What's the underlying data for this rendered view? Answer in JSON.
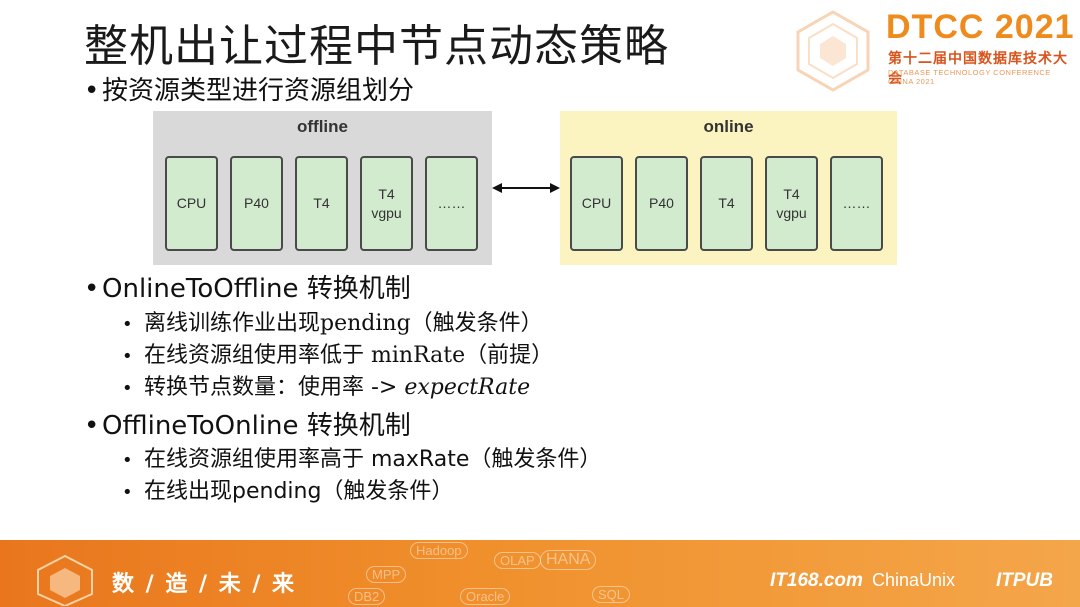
{
  "title": "整机出让过程中节点动态策略",
  "logo": {
    "main": "DTCC 2021",
    "sub": "第十二届中国数据库技术大会",
    "eng": "DATABASE TECHNOLOGY CONFERENCE CHINA 2021"
  },
  "bullets": {
    "b1": "按资源类型进行资源组划分",
    "b2": "OnlineToOffline 转换机制",
    "b2_items": [
      {
        "pre": "离线训练作业出现",
        "mid": "pending",
        "post": "（触发条件）"
      },
      {
        "pre": "在线资源组使用率低于 ",
        "mid": "minRate",
        "post": "（前提）"
      },
      {
        "pre": "转换节点数量：使用率 -> ",
        "mid": "expectRate",
        "post": ""
      }
    ],
    "b3": "OfflineToOnline 转换机制",
    "b3_items": [
      "在线资源组使用率高于 maxRate（触发条件）",
      "在线出现pending（触发条件）"
    ]
  },
  "diagram": {
    "offline": {
      "label": "offline",
      "boxes": [
        "CPU",
        "P40",
        "T4",
        "T4\nvgpu",
        "……"
      ]
    },
    "online": {
      "label": "online",
      "boxes": [
        "CPU",
        "P40",
        "T4",
        "T4\nvgpu",
        "……"
      ]
    },
    "colors": {
      "offline_bg": "#d9d9d9",
      "online_bg": "#fbf3c0",
      "box_fill": "#d2ebcf"
    }
  },
  "footer": {
    "slogan": "数 / 造 / 未 / 来",
    "bg_words": [
      "Hadoop",
      "OLAP",
      "HANA",
      "MPP",
      "DB2",
      "Oracle",
      "SQL"
    ],
    "logos": [
      "IT168.com",
      "ChinaUnix",
      "ITPUB"
    ]
  }
}
